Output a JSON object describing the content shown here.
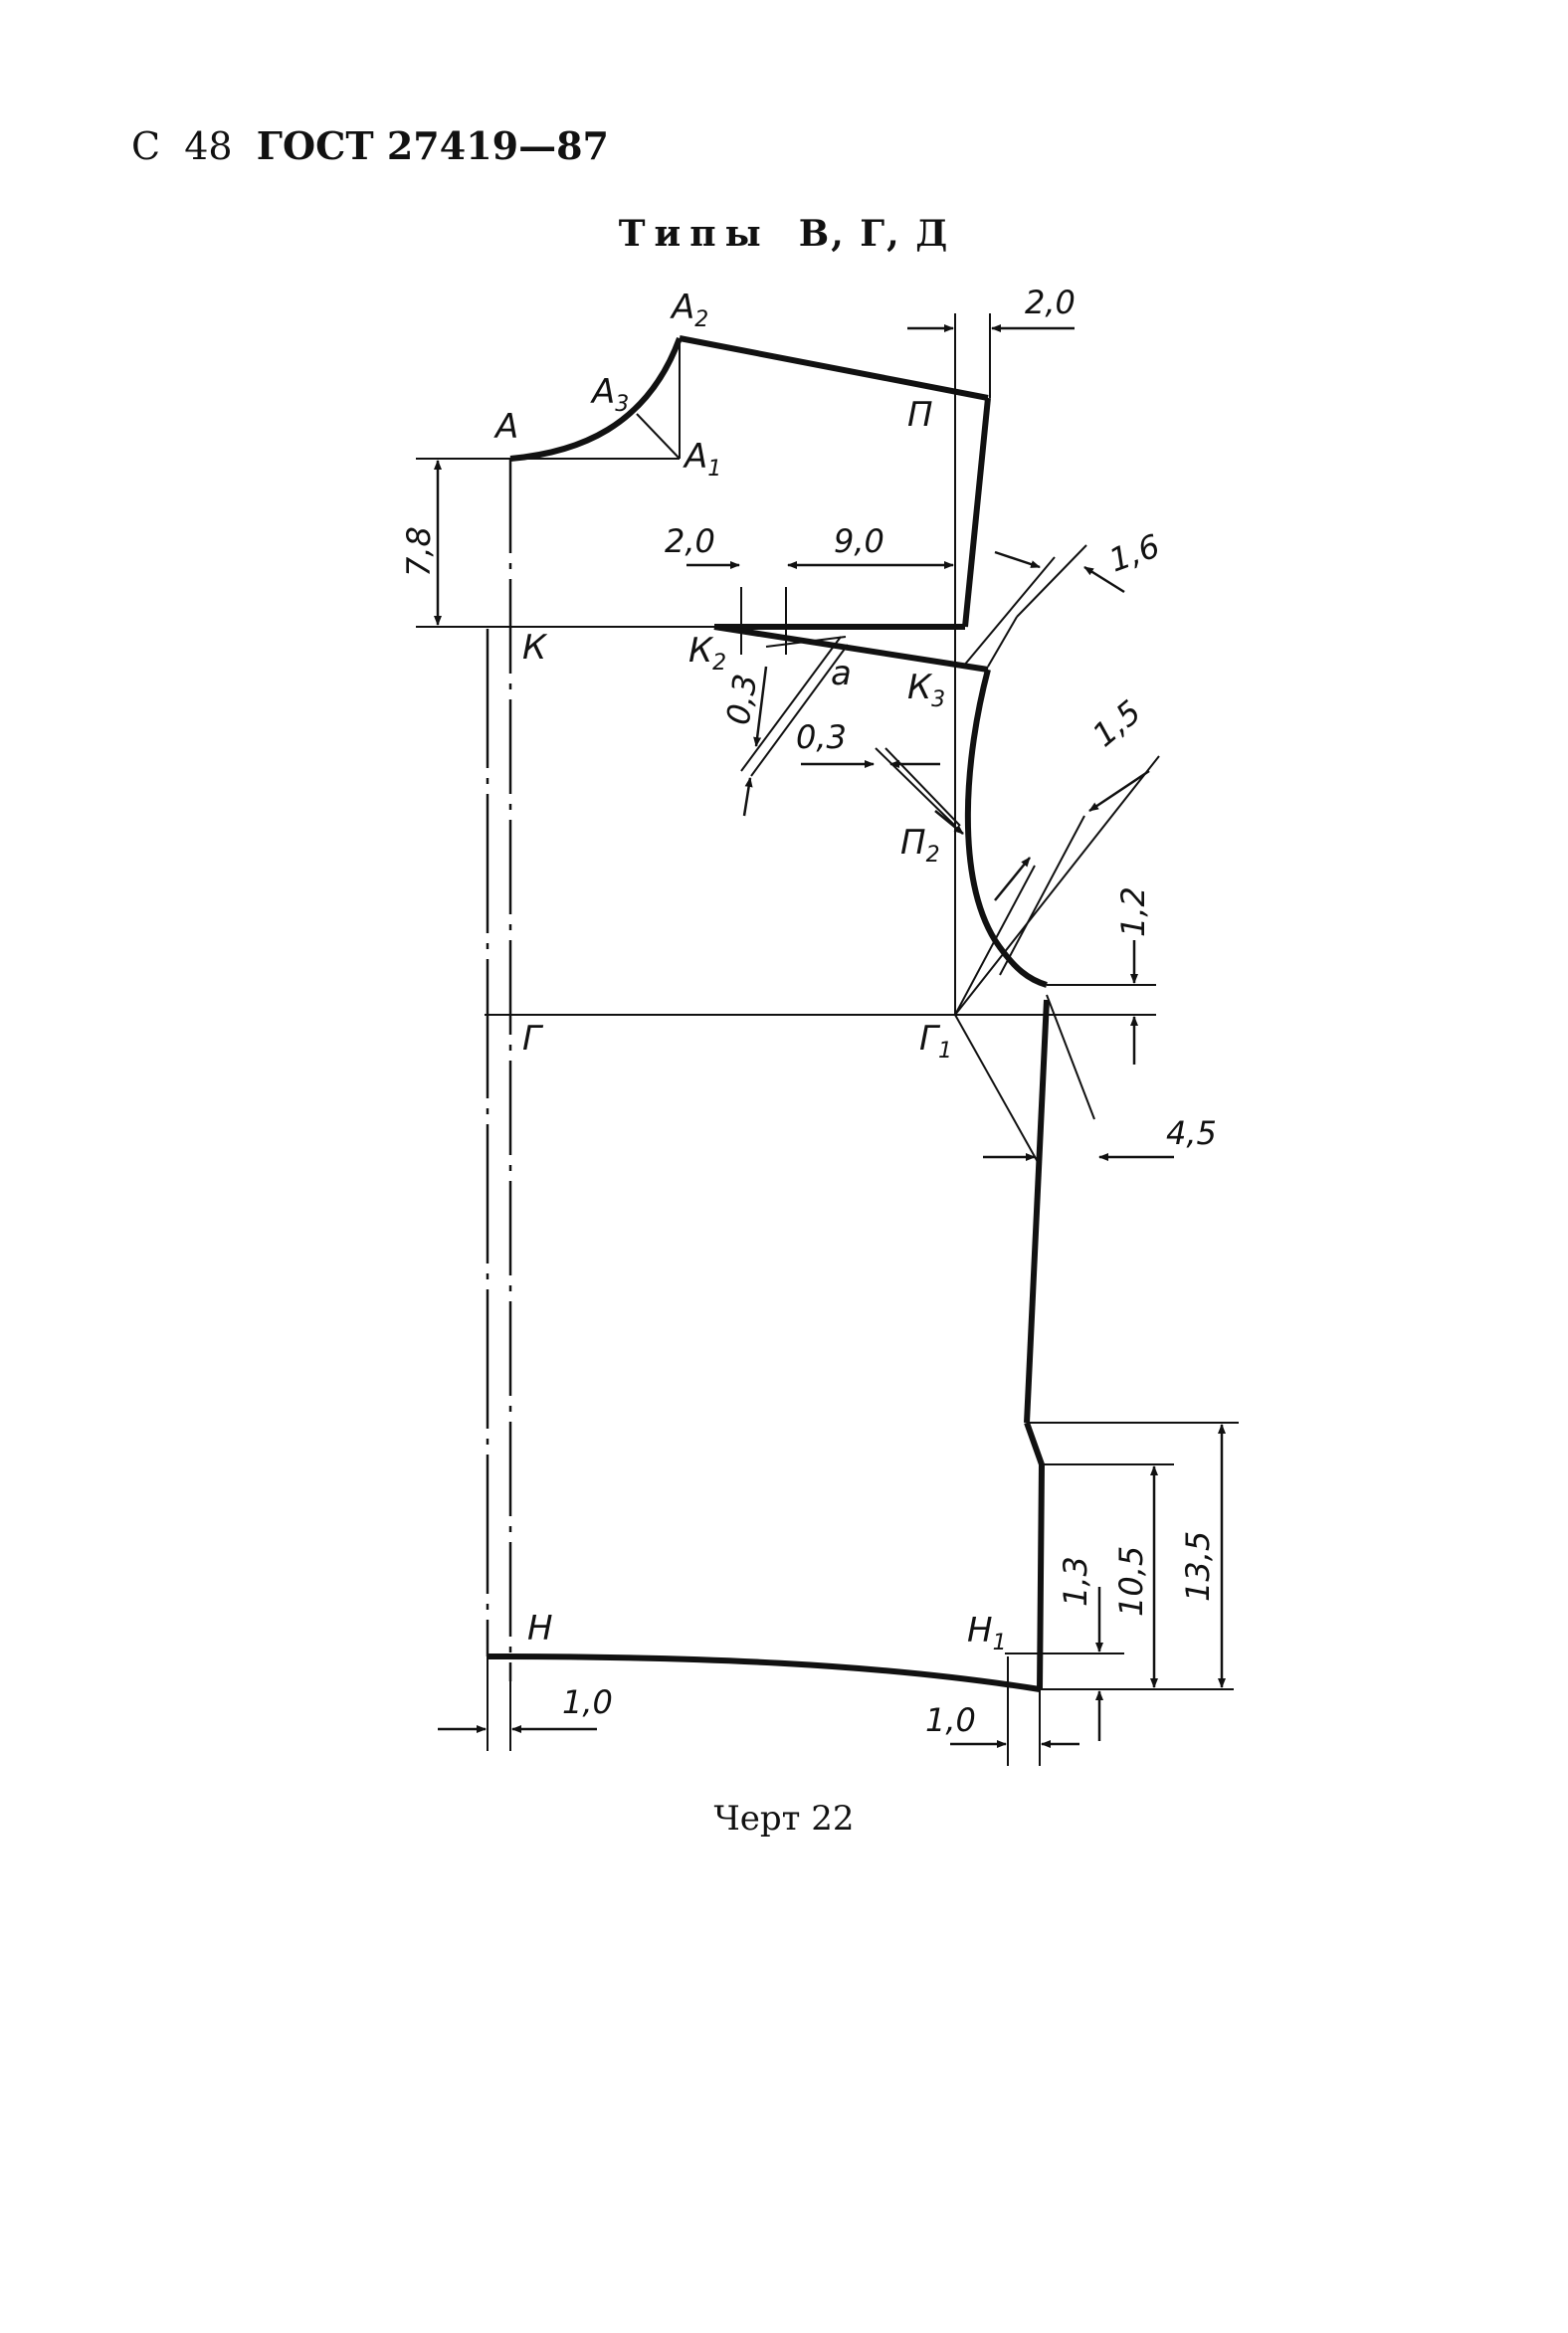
{
  "header": {
    "page_letter": "С",
    "page_number": "48",
    "standard": "ГОСТ 27419—87"
  },
  "title": {
    "prefix": "Типы",
    "types": "В, Г, Д"
  },
  "points": {
    "A": "А",
    "A1": "А",
    "A1_sub": "1",
    "A2": "А",
    "A2_sub": "2",
    "A3": "А",
    "A3_sub": "3",
    "P": "П",
    "P2": "П",
    "P2_sub": "2",
    "K": "К",
    "K2": "К",
    "K2_sub": "2",
    "K3": "К",
    "K3_sub": "3",
    "a": "а",
    "G": "Г",
    "G1": "Г",
    "G1_sub": "1",
    "N": "Н",
    "N1": "Н",
    "N1_sub": "1"
  },
  "dimensions": {
    "d_2_0_top": "2,0",
    "d_7_8": "7,8",
    "d_2_0_mid": "2,0",
    "d_9_0": "9,0",
    "d_1_6": "1,6",
    "d_0_3_a": "0,3",
    "d_0_3_b": "0,3",
    "d_1_5": "1,5",
    "d_1_2": "1,2",
    "d_4_5": "4,5",
    "d_1_3": "1,3",
    "d_10_5": "10,5",
    "d_13_5": "13,5",
    "d_1_0_left": "1,0",
    "d_1_0_right": "1,0"
  },
  "caption": "Черт 22"
}
